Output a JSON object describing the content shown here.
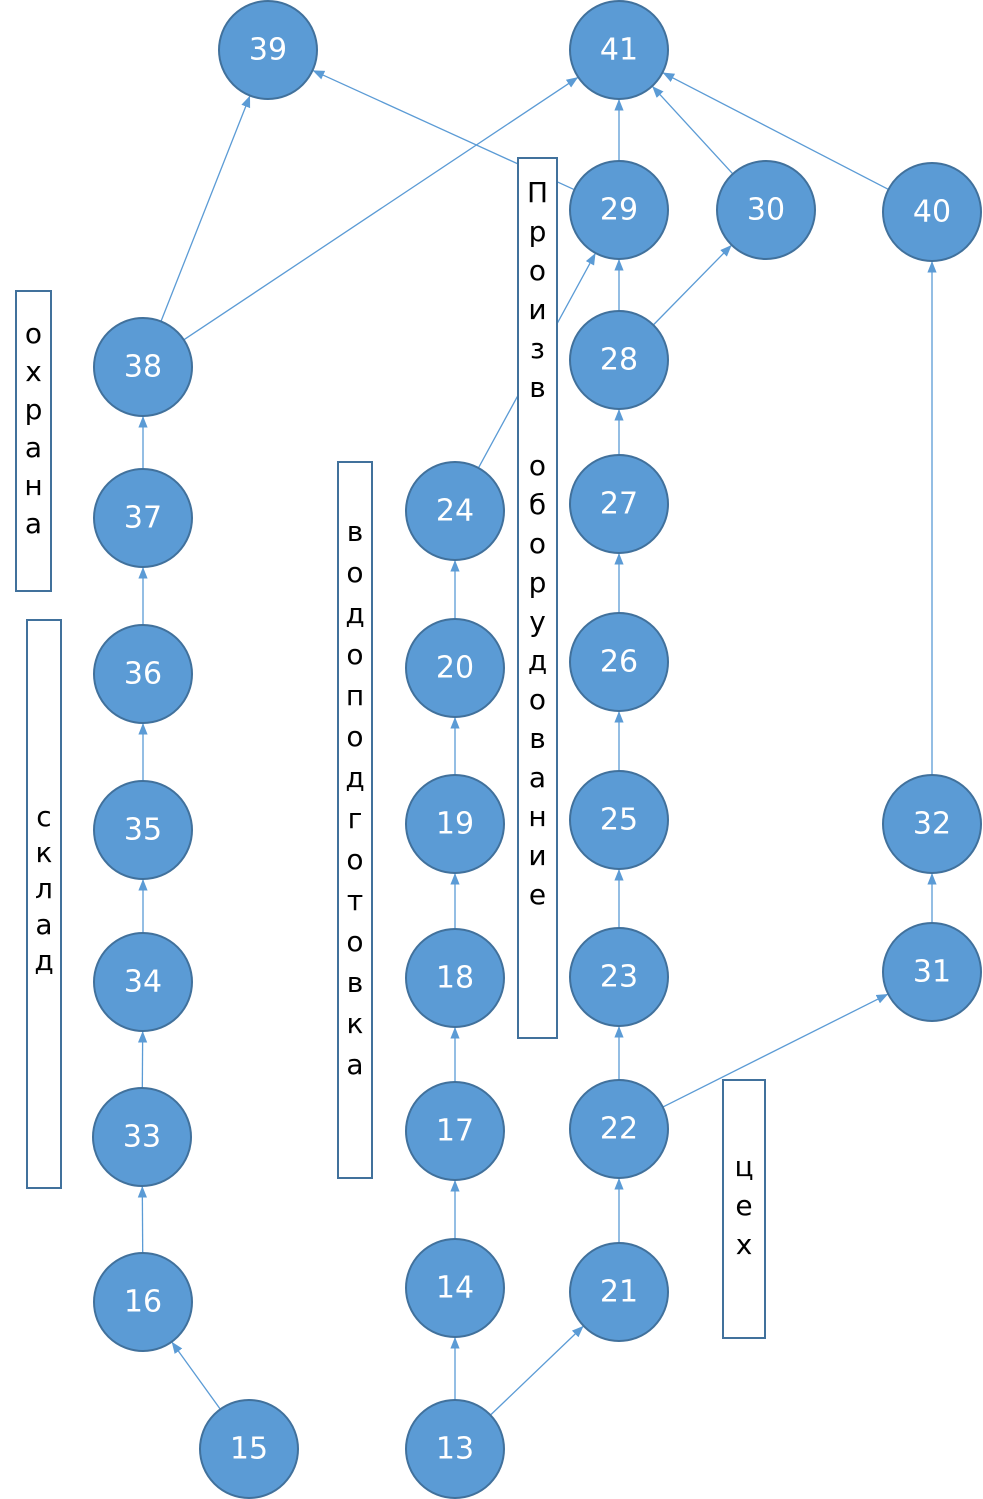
{
  "nodes": [
    {
      "id": "39"
    },
    {
      "id": "41"
    },
    {
      "id": "29"
    },
    {
      "id": "30"
    },
    {
      "id": "40"
    },
    {
      "id": "38"
    },
    {
      "id": "28"
    },
    {
      "id": "37"
    },
    {
      "id": "24"
    },
    {
      "id": "27"
    },
    {
      "id": "36"
    },
    {
      "id": "20"
    },
    {
      "id": "26"
    },
    {
      "id": "35"
    },
    {
      "id": "19"
    },
    {
      "id": "25"
    },
    {
      "id": "32"
    },
    {
      "id": "34"
    },
    {
      "id": "18"
    },
    {
      "id": "23"
    },
    {
      "id": "31"
    },
    {
      "id": "33"
    },
    {
      "id": "17"
    },
    {
      "id": "22"
    },
    {
      "id": "16"
    },
    {
      "id": "14"
    },
    {
      "id": "21"
    },
    {
      "id": "15"
    },
    {
      "id": "13"
    }
  ],
  "edges": [
    [
      "15",
      "16"
    ],
    [
      "16",
      "33"
    ],
    [
      "33",
      "34"
    ],
    [
      "34",
      "35"
    ],
    [
      "35",
      "36"
    ],
    [
      "36",
      "37"
    ],
    [
      "37",
      "38"
    ],
    [
      "38",
      "39"
    ],
    [
      "38",
      "41"
    ],
    [
      "13",
      "14"
    ],
    [
      "14",
      "17"
    ],
    [
      "17",
      "18"
    ],
    [
      "18",
      "19"
    ],
    [
      "19",
      "20"
    ],
    [
      "20",
      "24"
    ],
    [
      "24",
      "29"
    ],
    [
      "13",
      "21"
    ],
    [
      "21",
      "22"
    ],
    [
      "22",
      "23"
    ],
    [
      "23",
      "25"
    ],
    [
      "25",
      "26"
    ],
    [
      "26",
      "27"
    ],
    [
      "27",
      "28"
    ],
    [
      "28",
      "29"
    ],
    [
      "28",
      "30"
    ],
    [
      "29",
      "41"
    ],
    [
      "29",
      "39"
    ],
    [
      "30",
      "41"
    ],
    [
      "22",
      "31"
    ],
    [
      "31",
      "32"
    ],
    [
      "32",
      "40"
    ],
    [
      "40",
      "41"
    ]
  ],
  "labels": {
    "okhrana": "охрана",
    "sklad": "склад",
    "vodopodgotovka": "водоподготовка",
    "proizv": "Произв оборудование",
    "tsekh": "цех"
  },
  "colors": {
    "node_fill": "#5b9bd5",
    "node_stroke": "#41719c",
    "edge": "#5b9bd5",
    "box_border": "#41719c"
  }
}
